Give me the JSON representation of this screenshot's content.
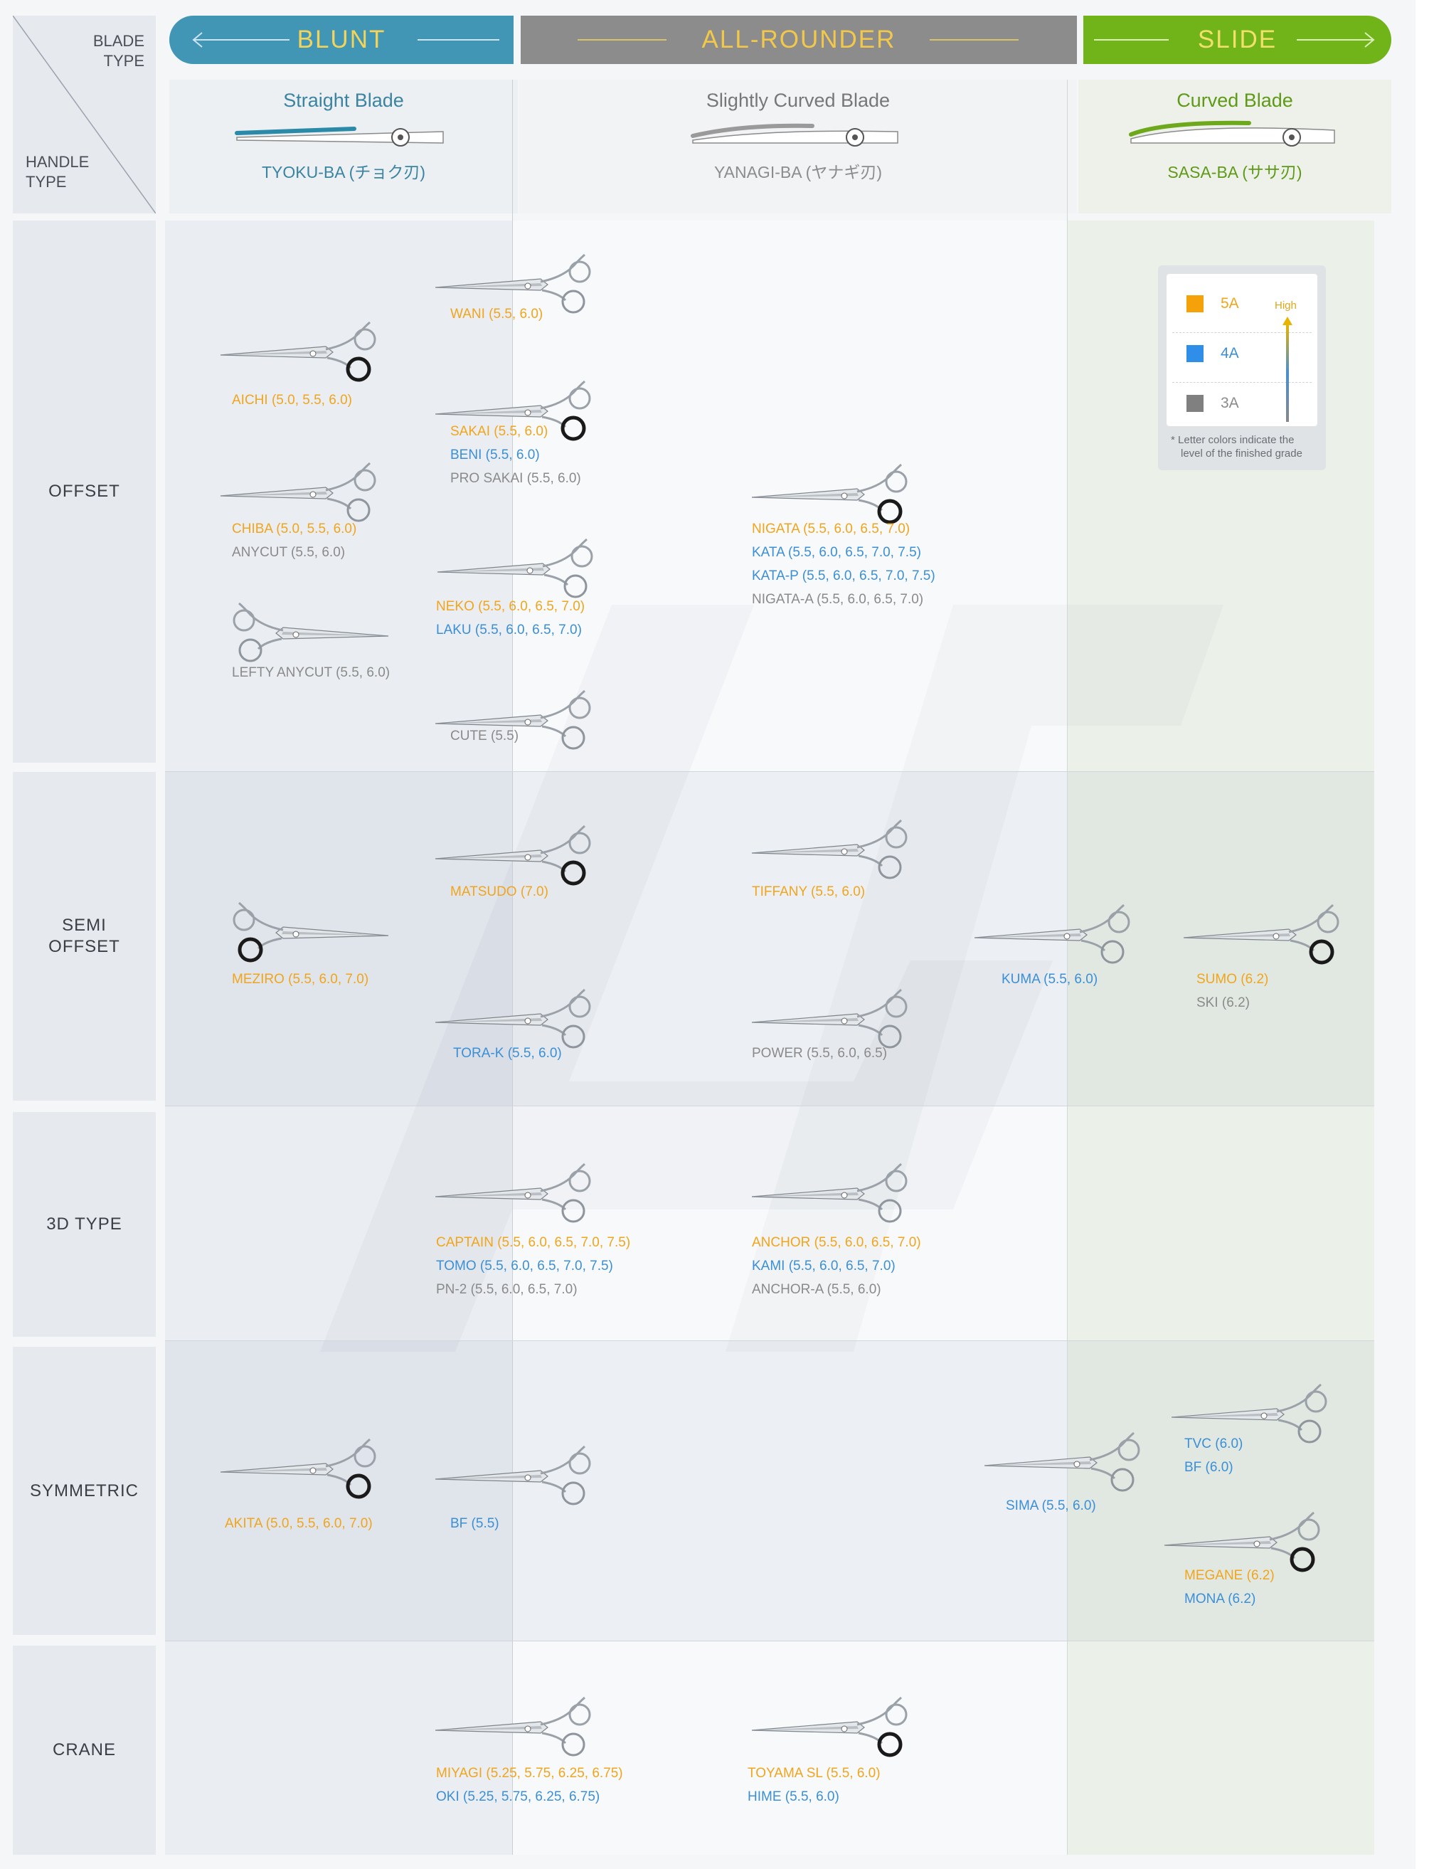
{
  "header": {
    "blade_type": "BLADE\nTYPE",
    "handle_type": "HANDLE\nTYPE",
    "categories": [
      {
        "label": "BLUNT",
        "color": "#4196b5"
      },
      {
        "label": "ALL-ROUNDER",
        "color": "#8c8c8c",
        "text_color": "#f2c84b"
      },
      {
        "label": "SLIDE",
        "color": "#70b41a"
      }
    ]
  },
  "blades": [
    {
      "title": "Straight Blade",
      "subtitle": "TYOKU-BA (チョク刃)",
      "color": "#2a8aa8",
      "title_color": "#3a84a2"
    },
    {
      "title": "Slightly Curved Blade",
      "subtitle": "YANAGI-BA (ヤナギ刃)",
      "color": "#9a9a9a",
      "title_color": "#777777"
    },
    {
      "title": "Curved Blade",
      "subtitle": "SASA-BA (ササ刃)",
      "color": "#6ea81c",
      "title_color": "#5e9a17"
    }
  ],
  "rows": [
    {
      "label": "OFFSET"
    },
    {
      "label": "SEMI\nOFFSET"
    },
    {
      "label": "3D TYPE"
    },
    {
      "label": "SYMMETRIC"
    },
    {
      "label": "CRANE"
    }
  ],
  "legend": {
    "items": [
      {
        "label": "5A",
        "color": "#f5a10a"
      },
      {
        "label": "4A",
        "color": "#2f8fe8"
      },
      {
        "label": "3A",
        "color": "#808080"
      }
    ],
    "high_label": "High",
    "note_line1": "* Letter colors indicate the",
    "note_line2": "level of the finished grade"
  },
  "products": {
    "wani": [
      {
        "text": "WANI (5.5, 6.0)",
        "grade": "g5"
      }
    ],
    "aichi": [
      {
        "text": "AICHI (5.0, 5.5, 6.0)",
        "grade": "g5"
      }
    ],
    "sakai": [
      {
        "text": "SAKAI (5.5, 6.0)",
        "grade": "g5"
      },
      {
        "text": "BENI (5.5, 6.0)",
        "grade": "g4"
      },
      {
        "text": "PRO SAKAI (5.5, 6.0)",
        "grade": "g3"
      }
    ],
    "chiba": [
      {
        "text": "CHIBA (5.0, 5.5, 6.0)",
        "grade": "g5"
      },
      {
        "text": "ANYCUT (5.5, 6.0)",
        "grade": "g3"
      }
    ],
    "nigata": [
      {
        "text": "NIGATA (5.5, 6.0, 6.5, 7.0)",
        "grade": "g5"
      },
      {
        "text": "KATA (5.5, 6.0, 6.5, 7.0, 7.5)",
        "grade": "g4"
      },
      {
        "text": "KATA-P (5.5, 6.0, 6.5, 7.0, 7.5)",
        "grade": "g4"
      },
      {
        "text": "NIGATA-A (5.5, 6.0, 6.5, 7.0)",
        "grade": "g3"
      }
    ],
    "neko": [
      {
        "text": "NEKO (5.5, 6.0, 6.5, 7.0)",
        "grade": "g5"
      },
      {
        "text": "LAKU (5.5, 6.0, 6.5, 7.0)",
        "grade": "g4"
      }
    ],
    "lefty": [
      {
        "text": "LEFTY ANYCUT (5.5, 6.0)",
        "grade": "g3"
      }
    ],
    "cute": [
      {
        "text": "CUTE (5.5)",
        "grade": "g3"
      }
    ],
    "matsudo": [
      {
        "text": "MATSUDO (7.0)",
        "grade": "g5"
      }
    ],
    "tiffany": [
      {
        "text": "TIFFANY (5.5, 6.0)",
        "grade": "g5"
      }
    ],
    "meziro": [
      {
        "text": "MEZIRO (5.5, 6.0, 7.0)",
        "grade": "g5"
      }
    ],
    "kuma": [
      {
        "text": "KUMA (5.5, 6.0)",
        "grade": "g4"
      }
    ],
    "sumo": [
      {
        "text": "SUMO (6.2)",
        "grade": "g5"
      },
      {
        "text": "SKI (6.2)",
        "grade": "g3"
      }
    ],
    "tora": [
      {
        "text": "TORA-K (5.5, 6.0)",
        "grade": "g4"
      }
    ],
    "power": [
      {
        "text": "POWER (5.5, 6.0, 6.5)",
        "grade": "g3"
      }
    ],
    "captain": [
      {
        "text": "CAPTAIN (5.5, 6.0, 6.5, 7.0, 7.5)",
        "grade": "g5"
      },
      {
        "text": "TOMO (5.5, 6.0, 6.5, 7.0, 7.5)",
        "grade": "g4"
      },
      {
        "text": "PN-2 (5.5, 6.0, 6.5, 7.0)",
        "grade": "g3"
      }
    ],
    "anchor": [
      {
        "text": "ANCHOR (5.5, 6.0, 6.5, 7.0)",
        "grade": "g5"
      },
      {
        "text": "KAMI (5.5, 6.0, 6.5, 7.0)",
        "grade": "g4"
      },
      {
        "text": "ANCHOR-A (5.5, 6.0)",
        "grade": "g3"
      }
    ],
    "akita": [
      {
        "text": "AKITA (5.0, 5.5, 6.0, 7.0)",
        "grade": "g5"
      }
    ],
    "bf55": [
      {
        "text": "BF (5.5)",
        "grade": "g4"
      }
    ],
    "sima": [
      {
        "text": "SIMA (5.5, 6.0)",
        "grade": "g4"
      }
    ],
    "tvc": [
      {
        "text": "TVC (6.0)",
        "grade": "g4"
      },
      {
        "text": "BF (6.0)",
        "grade": "g4"
      }
    ],
    "megane": [
      {
        "text": "MEGANE (6.2)",
        "grade": "g5"
      },
      {
        "text": "MONA (6.2)",
        "grade": "g4"
      }
    ],
    "miyagi": [
      {
        "text": "MIYAGI (5.25, 5.75, 6.25, 6.75)",
        "grade": "g5"
      },
      {
        "text": "OKI (5.25, 5.75, 6.25, 6.75)",
        "grade": "g4"
      }
    ],
    "toyama": [
      {
        "text": "TOYAMA SL (5.5, 6.0)",
        "grade": "g5"
      },
      {
        "text": "HIME (5.5, 6.0)",
        "grade": "g4"
      }
    ]
  }
}
